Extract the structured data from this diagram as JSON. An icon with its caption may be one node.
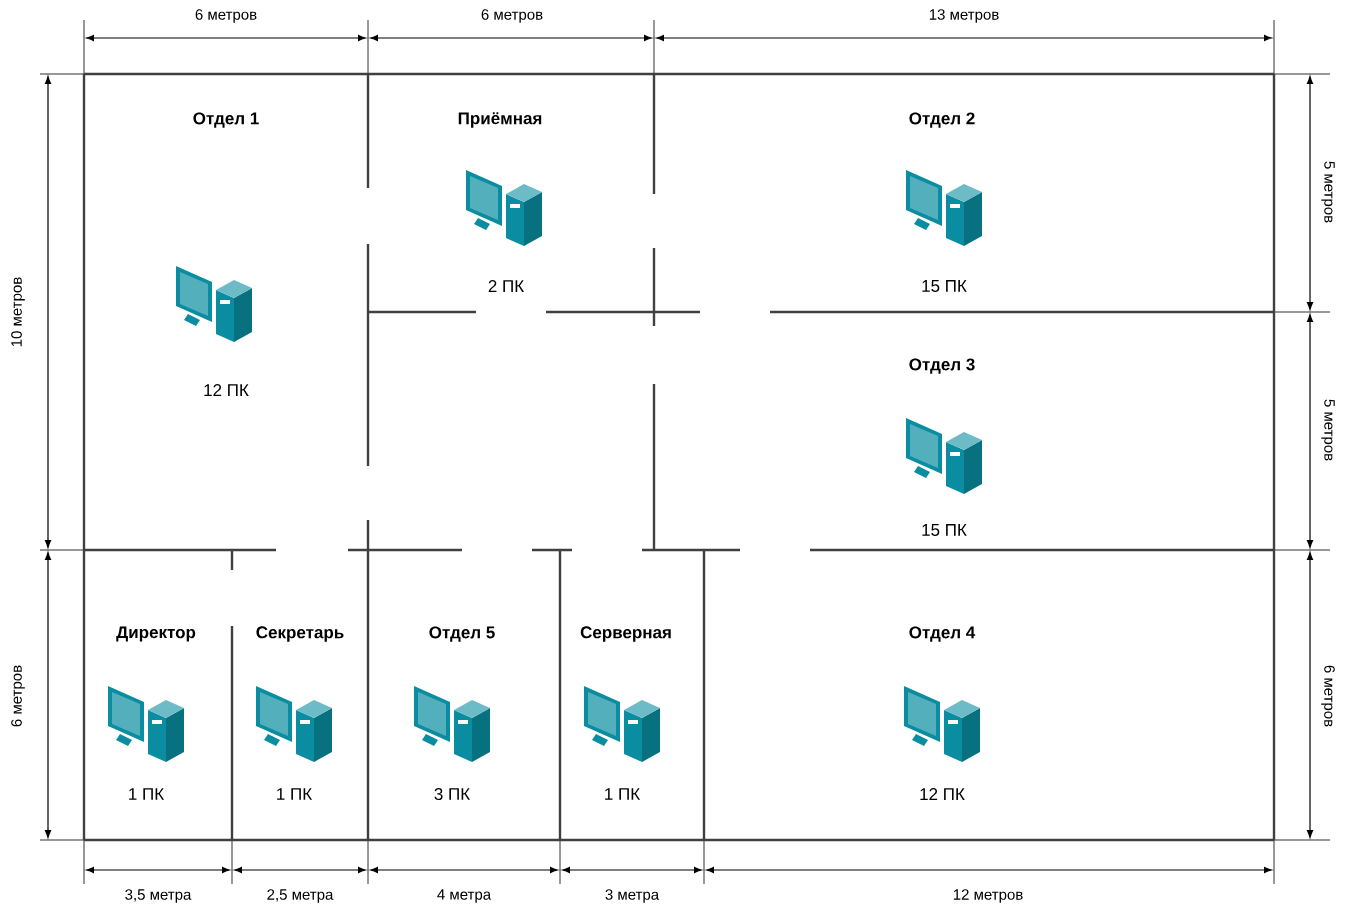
{
  "diagram": {
    "labels": [
      "6 метров",
      "6 метров",
      "13 метров",
      "Отдел 1",
      "Приёмная",
      "Отдел 2",
      "2 ПК",
      "15 ПК",
      "10 метров",
      "5 метров",
      "12 ПК",
      "Отдел 3",
      "15 ПК",
      "5 метров",
      "6 метров",
      "Директор",
      "Секретарь",
      "Отдел 5",
      "Серверная",
      "Отдел 4",
      "6 метров",
      "1 ПК",
      "1 ПК",
      "3 ПК",
      "1 ПК",
      "12 ПК",
      "3,5 метра",
      "2,5 метра",
      "4 метра",
      "3 метра",
      "12 метров"
    ]
  }
}
